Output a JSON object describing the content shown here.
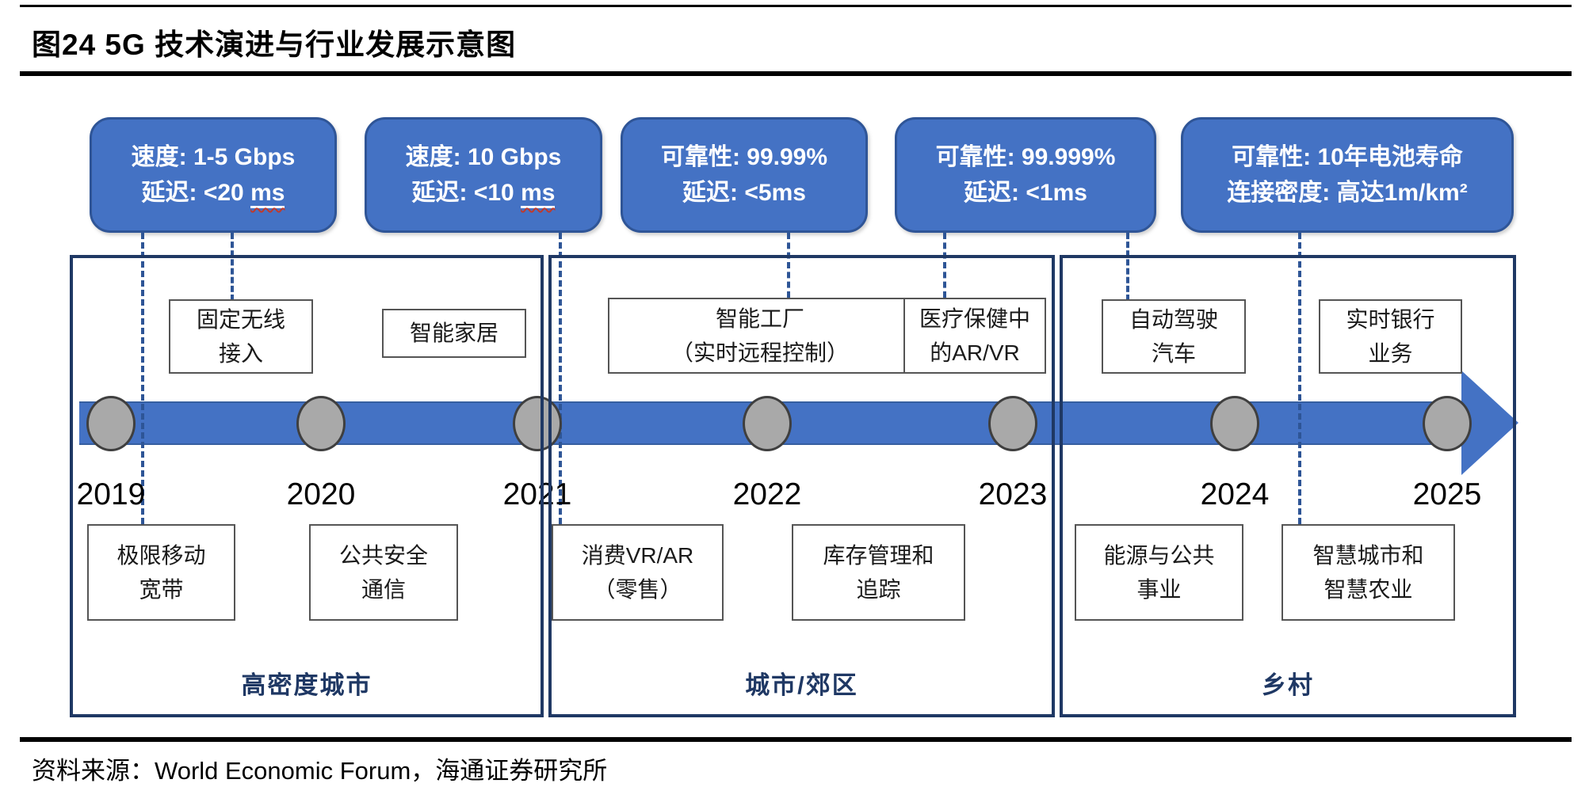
{
  "title": "图24 5G 技术演进与行业发展示意图",
  "callouts": [
    {
      "line1": "速度:  1-5 Gbps",
      "line2_prefix": "延迟:  <20 ",
      "line2_underlined": "ms"
    },
    {
      "line1": "速度:  10 Gbps",
      "line2_prefix": "延迟:  <10 ",
      "line2_underlined": "ms"
    },
    {
      "line1": "可靠性:  99.99%",
      "line2_prefix": "延迟:  <5ms",
      "line2_underlined": ""
    },
    {
      "line1": "可靠性:  99.999%",
      "line2_prefix": "延迟:  <1ms",
      "line2_underlined": ""
    },
    {
      "line1": "可靠性:  10年电池寿命",
      "line2_prefix": "连接密度:  高达1m/km²",
      "line2_underlined": ""
    }
  ],
  "timeline": {
    "years": [
      "2019",
      "2020",
      "2021",
      "2022",
      "2023",
      "2024",
      "2025"
    ]
  },
  "regions": [
    {
      "label": "高密度城市"
    },
    {
      "label": "城市/郊区"
    },
    {
      "label": "乡村"
    }
  ],
  "applications_above": [
    {
      "label": "固定无线\n接入"
    },
    {
      "label": "智能家居"
    },
    {
      "label": "智能工厂\n（实时远程控制）"
    },
    {
      "label": "医疗保健中\n的AR/VR"
    },
    {
      "label": "自动驾驶\n汽车"
    },
    {
      "label": "实时银行\n业务"
    }
  ],
  "applications_below": [
    {
      "label": "极限移动\n宽带"
    },
    {
      "label": "公共安全\n通信"
    },
    {
      "label": "消费VR/AR\n（零售）"
    },
    {
      "label": "库存管理和\n追踪"
    },
    {
      "label": "能源与公共\n事业"
    },
    {
      "label": "智慧城市和\n智慧农业"
    }
  ],
  "source": "资料来源：World Economic Forum，海通证券研究所",
  "colors": {
    "callout_fill": "#4472C4",
    "callout_border": "#2F5597",
    "region_border": "#1F3864",
    "dashed_connector": "#2E5596",
    "timeline_bar": "#4472C4",
    "circle_fill": "#A9A9A9",
    "circle_stroke": "#3F3F3F",
    "spellcheck_squiggle": "#C0392B"
  }
}
